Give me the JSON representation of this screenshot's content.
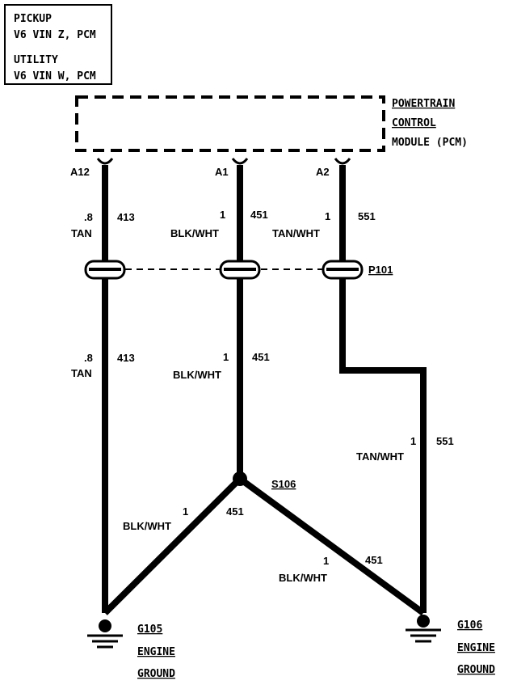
{
  "applicability": {
    "line1": "PICKUP",
    "line2": "V6 VIN Z, PCM",
    "line3": "UTILITY",
    "line4": "V6 VIN W, PCM"
  },
  "module": {
    "name_line1": "POWERTRAIN",
    "name_line2": "CONTROL",
    "name_line3": "MODULE (PCM)"
  },
  "pins": {
    "a12": "A12",
    "a1": "A1",
    "a2": "A2"
  },
  "connector": {
    "name": "P101"
  },
  "splice": {
    "name": "S106"
  },
  "grounds": {
    "g105": {
      "id": "G105",
      "line2": "ENGINE",
      "line3": "GROUND"
    },
    "g106": {
      "id": "G106",
      "line2": "ENGINE",
      "line3": "GROUND"
    }
  },
  "wires": {
    "w413_upper": {
      "gauge": ".8",
      "color": "TAN",
      "circuit": "413"
    },
    "w451_upper": {
      "gauge": "1",
      "color": "BLK/WHT",
      "circuit": "451"
    },
    "w551_upper": {
      "gauge": "1",
      "color": "TAN/WHT",
      "circuit": "551"
    },
    "w413_lower": {
      "gauge": ".8",
      "color": "TAN",
      "circuit": "413"
    },
    "w451_lower": {
      "gauge": "1",
      "color": "BLK/WHT",
      "circuit": "451"
    },
    "w551_lower": {
      "gauge": "1",
      "color": "TAN/WHT",
      "circuit": "551"
    },
    "w451_left": {
      "gauge": "1",
      "color": "BLK/WHT",
      "circuit": "451"
    },
    "w451_right": {
      "gauge": "1",
      "color": "BLK/WHT",
      "circuit": "451"
    }
  },
  "colors": {
    "line": "#000000",
    "background": "#ffffff"
  }
}
